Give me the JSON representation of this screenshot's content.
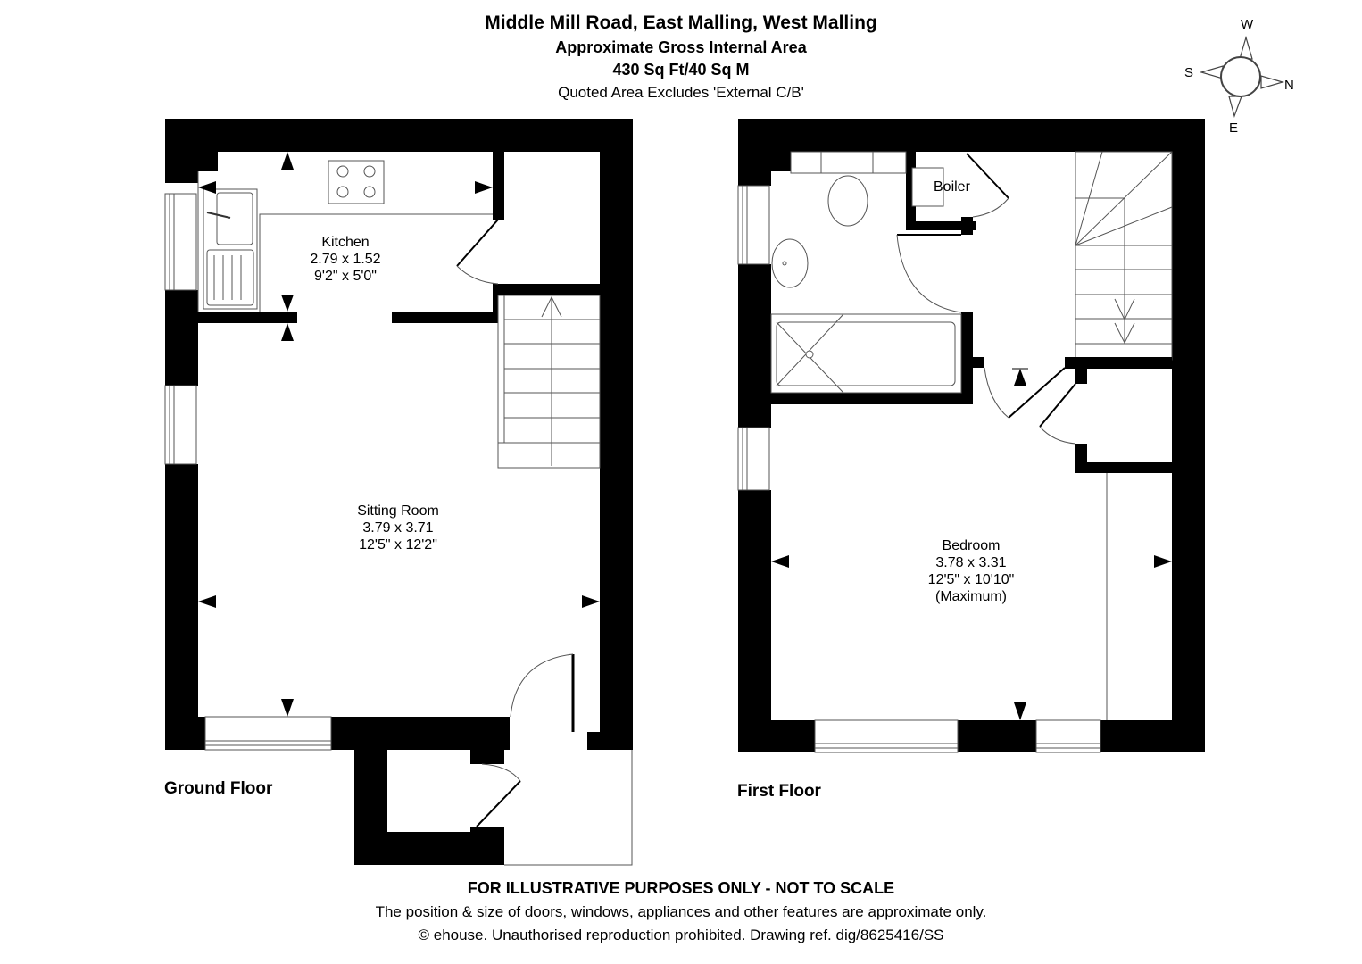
{
  "header": {
    "address": "Middle Mill Road, East Malling, West Malling",
    "area_title": "Approximate Gross Internal Area",
    "area_value": "430 Sq Ft/40 Sq M",
    "area_note": "Quoted Area Excludes 'External C/B'"
  },
  "compass": {
    "top": "W",
    "left": "S",
    "right": "N",
    "bottom": "E"
  },
  "floors": {
    "ground": {
      "label": "Ground Floor",
      "rooms": {
        "kitchen": {
          "name": "Kitchen",
          "metric": "2.79 x 1.52",
          "imperial": "9'2\" x 5'0\""
        },
        "sitting": {
          "name": "Sitting Room",
          "metric": "3.79 x 3.71",
          "imperial": "12'5\" x 12'2\""
        }
      }
    },
    "first": {
      "label": "First Floor",
      "rooms": {
        "boiler": {
          "name": "Boiler"
        },
        "bedroom": {
          "name": "Bedroom",
          "metric": "3.78 x 3.31",
          "imperial": "12'5\" x 10'10\"",
          "note": "(Maximum)"
        }
      }
    }
  },
  "footer": {
    "disclaimer": "FOR ILLUSTRATIVE PURPOSES ONLY - NOT TO SCALE",
    "note": "The position & size of doors, windows, appliances and other features are approximate only.",
    "copyright": "© ehouse. Unauthorised reproduction prohibited. Drawing ref. dig/8625416/SS"
  },
  "colors": {
    "wall": "#000000",
    "background": "#ffffff",
    "line": "#333333"
  }
}
